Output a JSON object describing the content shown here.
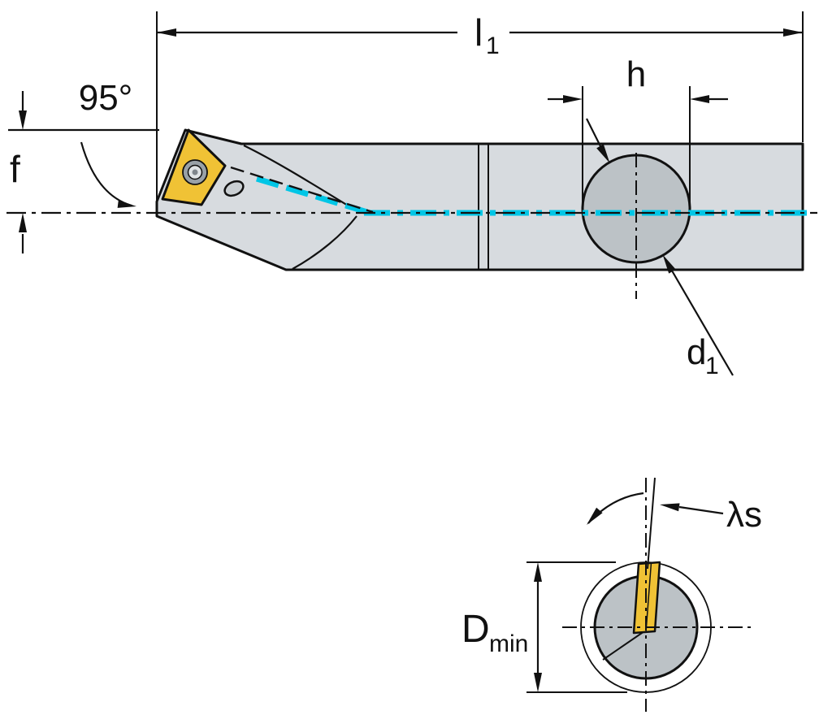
{
  "diagram": {
    "name": "boring-bar-technical-drawing",
    "labels": {
      "l1": {
        "base": "l",
        "sub": "1"
      },
      "entering_angle": "95°",
      "f": "f",
      "h": "h",
      "d1": {
        "base": "d",
        "sub": "1"
      },
      "dmin": {
        "base": "D",
        "sub": "min"
      },
      "lambda_s": "λs"
    },
    "colors": {
      "body": "#d7dbdf",
      "section": "#bcc2c6",
      "insert": "#f0c235",
      "coolant": "#00c6e6",
      "line": "#111111",
      "screw_outer": "#99a1a7",
      "screw_ring": "#dfe3e5",
      "screw_core": "#7f868c"
    }
  }
}
